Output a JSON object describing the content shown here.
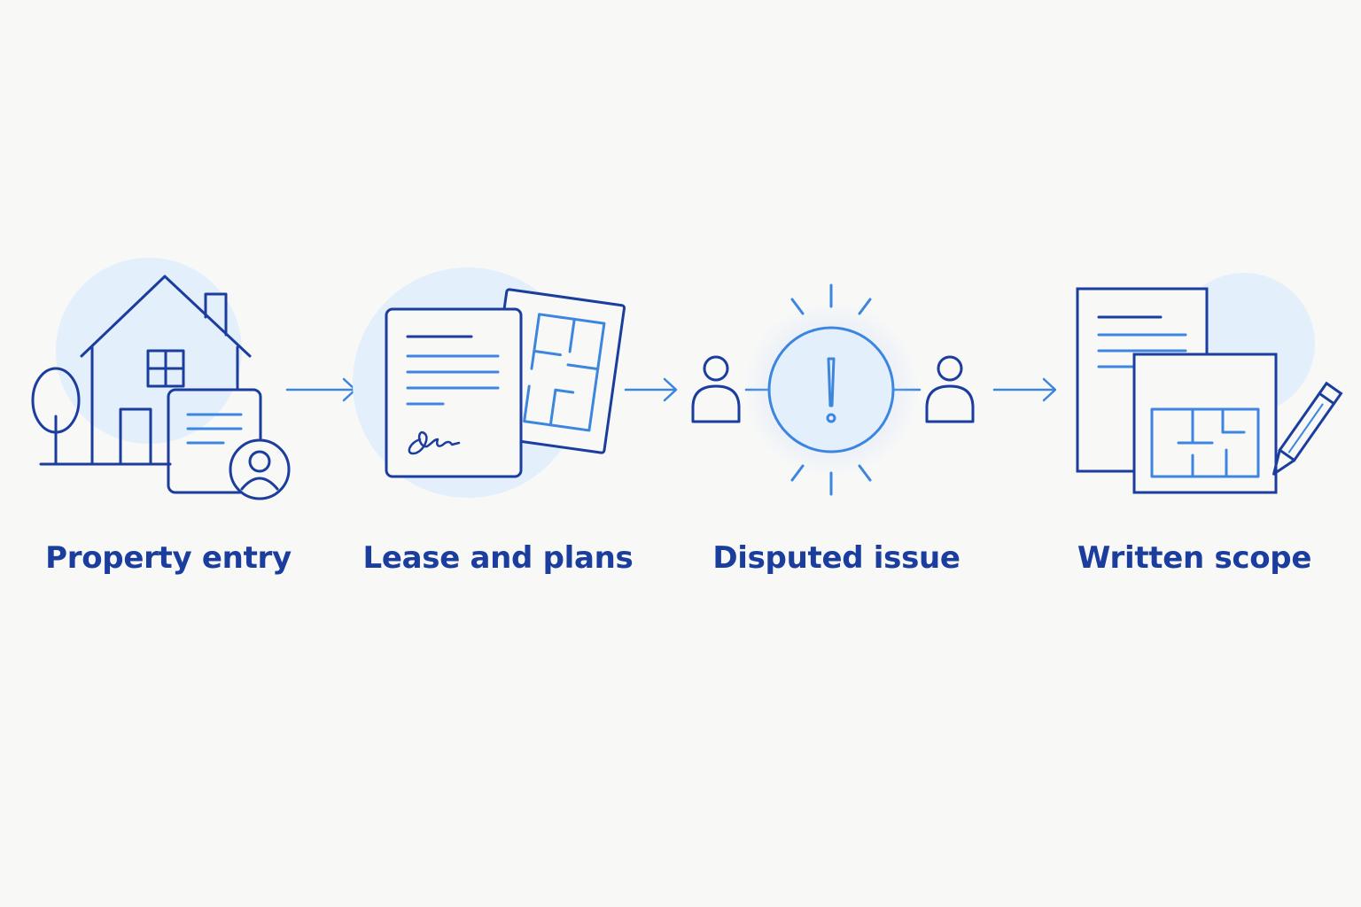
{
  "colors": {
    "background": "#f8f8f7",
    "primary": "#1a3d9e",
    "accent": "#3d86e0",
    "halo": "#e4effc"
  },
  "steps": [
    {
      "label": "Property entry",
      "icon": "house-with-id-card-icon"
    },
    {
      "label": "Lease and plans",
      "icon": "signed-lease-and-floor-plan-icon"
    },
    {
      "label": "Disputed issue",
      "icon": "two-parties-with-alert-icon"
    },
    {
      "label": "Written scope",
      "icon": "document-plan-and-pencil-icon"
    }
  ],
  "connectors": [
    "arrow-right-icon",
    "arrow-right-icon",
    "arrow-right-icon"
  ]
}
